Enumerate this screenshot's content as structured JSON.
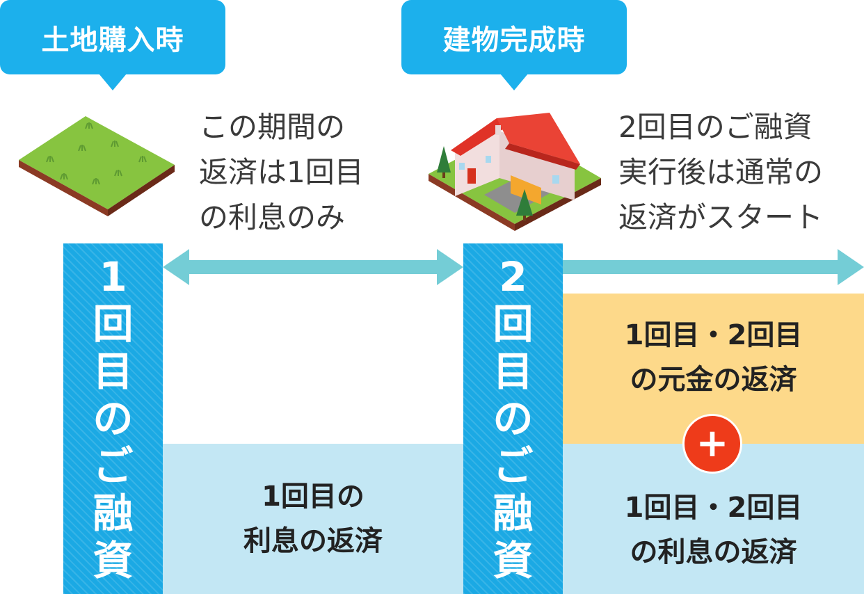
{
  "bubbles": {
    "land": "土地購入時",
    "building": "建物完成時"
  },
  "captions": {
    "period": "この期間の\n返済は1回目\nの利息のみ",
    "after": "2回目のご融資\n実行後は通常の\n返済がスタート"
  },
  "columns": {
    "first": [
      "1",
      "回",
      "目",
      "の",
      "ご",
      "融",
      "資"
    ],
    "second": [
      "2",
      "回",
      "目",
      "の",
      "ご",
      "融",
      "資"
    ]
  },
  "boxes": {
    "first_interest": [
      "1回目の",
      "利息の返済"
    ],
    "principal": [
      "1回目・2回目",
      "の元金の返済"
    ],
    "plus_symbol": "+",
    "interest": [
      "1回目・2回目",
      "の利息の返済"
    ]
  },
  "icons": {
    "land": "grass-land-icon",
    "house": "house-icon"
  },
  "colors": {
    "bubble": "#1cb0ec",
    "column": "#1ba9e4",
    "arrow": "#74cdd6",
    "interest_box": "#c3e7f4",
    "principal_box": "#fdd98a",
    "plus": "#ee3b1a"
  }
}
